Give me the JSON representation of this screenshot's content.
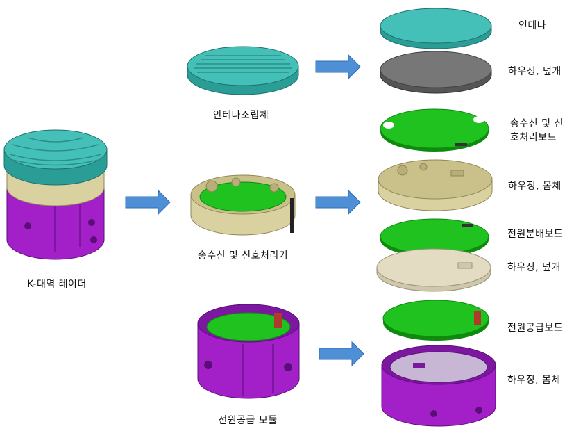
{
  "labels": {
    "k_radar": "K-대역 레이더",
    "antenna_assembly": "안테나조립체",
    "transceiver_unit": "송수신 및 신호처리기",
    "power_module": "전원공급 모듈",
    "antenna": "인테나",
    "housing_cover_1": "하우징, 덮개",
    "signal_board": "송수신 및 신호처리보드",
    "housing_body_1": "하우징, 몸체",
    "power_dist_board": "전원분배보드",
    "housing_cover_2": "하우징, 덮개",
    "power_supply_board": "전원공급보드",
    "housing_body_2": "하우징, 몸체"
  },
  "colors": {
    "teal": "#3fb8b0",
    "teal_dark": "#2a8f88",
    "olive": "#d9d1a0",
    "olive_dark": "#a89f6a",
    "magenta": "#a320c8",
    "magenta_dark": "#6f1490",
    "green": "#1fc21f",
    "green_dark": "#0f8a0f",
    "gray": "#777777",
    "gray_dark": "#555555",
    "beige": "#e3dcc2",
    "arrow": "#4f8fd6",
    "arrow_dark": "#2f6fb4"
  }
}
